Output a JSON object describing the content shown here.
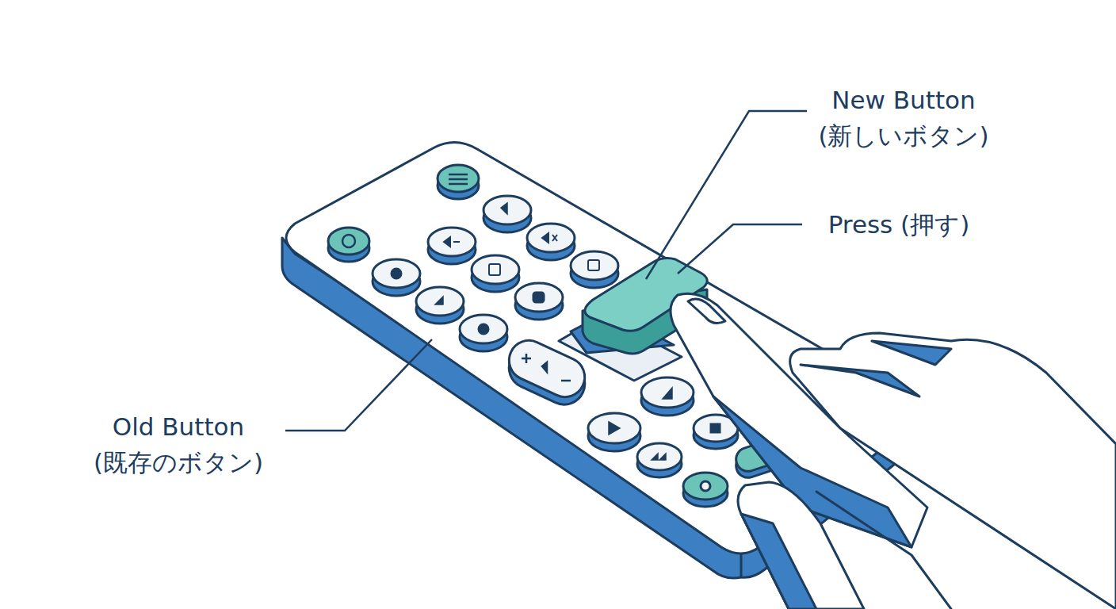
{
  "diagram": {
    "labels": [
      "New Button (新しいボタン)",
      "Press (押す)",
      "Old Button (既存のボタン)"
    ]
  }
}
